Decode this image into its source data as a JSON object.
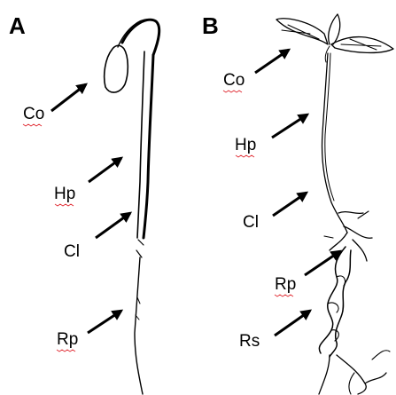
{
  "panels": {
    "a": {
      "letter": "A",
      "labels": {
        "co": "Co",
        "hp": "Hp",
        "cl": "Cl",
        "rp": "Rp"
      }
    },
    "b": {
      "letter": "B",
      "labels": {
        "co": "Co",
        "hp": "Hp",
        "cl": "Cl",
        "rp": "Rp",
        "rs": "Rs"
      }
    }
  },
  "colors": {
    "ink": "#000000",
    "spellcheck_underline": "#e0262e",
    "background": "#ffffff"
  }
}
